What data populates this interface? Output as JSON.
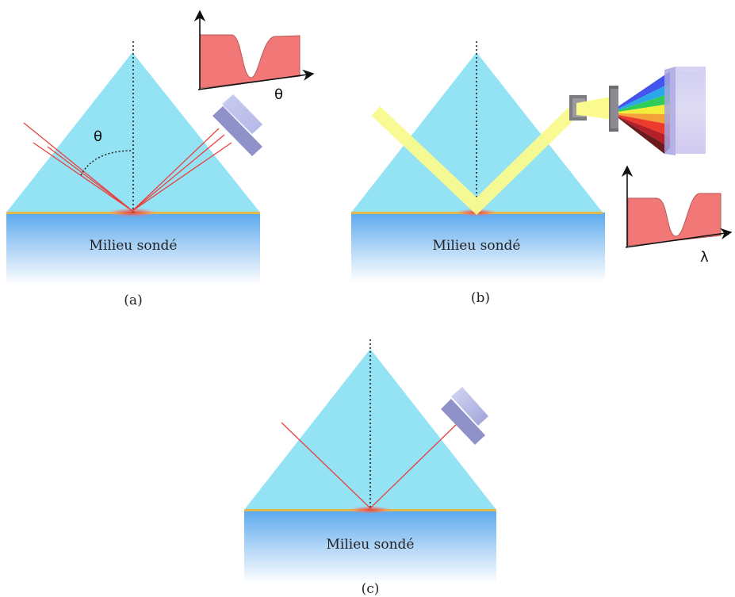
{
  "panels": {
    "a": {
      "caption": "(a)",
      "medium_label": "Milieu sondé",
      "angle_symbol": "θ",
      "inset_axis_label": "θ"
    },
    "b": {
      "caption": "(b)",
      "medium_label": "Milieu sondé",
      "inset_axis_label": "λ"
    },
    "c": {
      "caption": "(c)",
      "medium_label": "Milieu sondé"
    }
  },
  "colors": {
    "prism": "#93e3f4",
    "medium_top": "#5aa9ee",
    "medium_bottom": "#ffffff",
    "gold_film": "#e3b84a",
    "laser": "#e8403c",
    "white_beam": "#fafa8e",
    "detector": "#b9bde8",
    "curve_fill": "#f27878",
    "hotspot": "#e23a2a"
  },
  "icons": {
    "detector": "detector-icon",
    "spectrometer": "spectrometer-icon"
  }
}
